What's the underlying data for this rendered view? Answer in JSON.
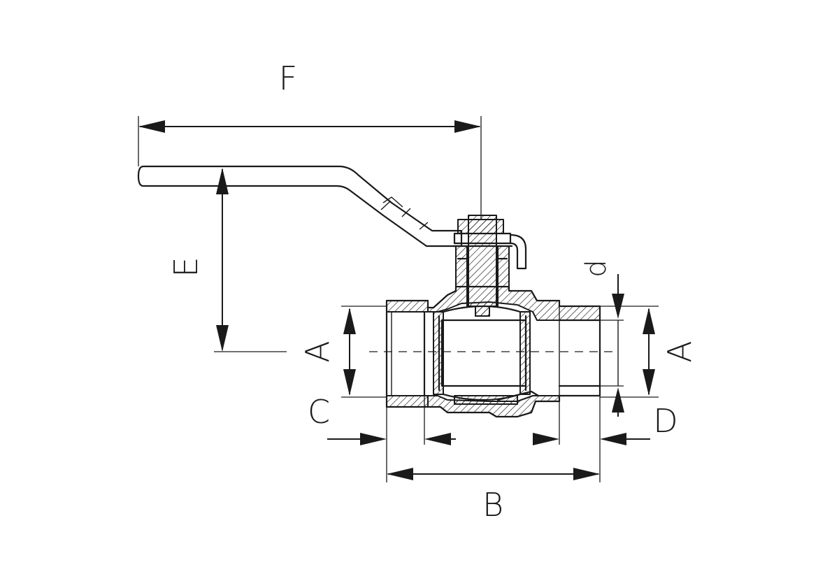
{
  "diagram": {
    "labels": {
      "F": "F",
      "E": "E",
      "A_left": "A",
      "A_right": "A",
      "C": "C",
      "D": "D",
      "B": "B",
      "d": "d"
    }
  }
}
